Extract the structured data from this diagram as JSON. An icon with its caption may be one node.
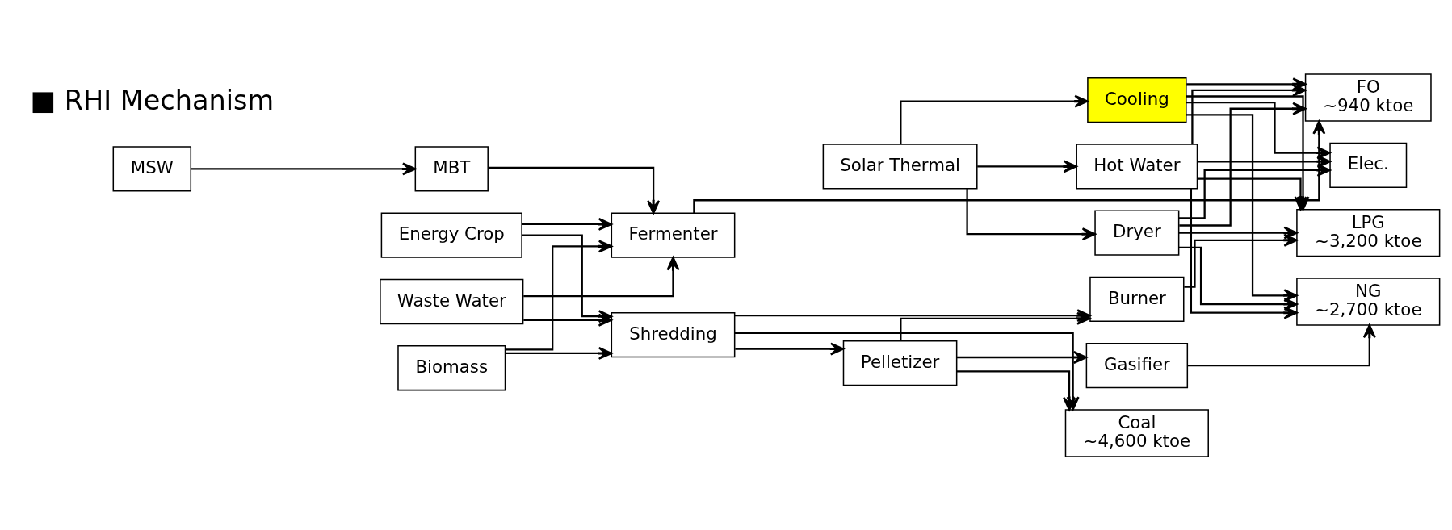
{
  "diagram": {
    "nodes": [
      {
        "text": [
          "MSW"
        ]
      },
      {
        "text": [
          "MBT"
        ]
      },
      {
        "text": [
          "Biomass"
        ]
      },
      {
        "text": [
          "Shredding"
        ]
      },
      {
        "text": [
          "Pelletizer"
        ]
      },
      {
        "text": [
          "Gasifier"
        ]
      },
      {
        "text": [
          "Burner"
        ]
      },
      {
        "text": [
          "Energy Crop"
        ]
      },
      {
        "text": [
          "Fermenter"
        ]
      },
      {
        "text": [
          "Waste Water"
        ]
      },
      {
        "text": [
          "Solar Thermal"
        ]
      },
      {
        "text": [
          "Dryer"
        ]
      },
      {
        "text": [
          "Cooling"
        ]
      },
      {
        "text": [
          "Hot Water"
        ]
      },
      {
        "text": [
          "Coal",
          "~4,600 ktoe"
        ]
      },
      {
        "text": [
          "NG",
          "~2,700 ktoe"
        ]
      },
      {
        "text": [
          "LPG",
          "~3,200 ktoe"
        ]
      },
      {
        "text": [
          "FO",
          "~940 ktoe"
        ]
      },
      {
        "text": [
          "Elec."
        ]
      }
    ],
    "edges": [
      {
        "from": 0,
        "to": 1,
        "arrow": "to"
      },
      {
        "from": 1,
        "to": 8,
        "arrow": "to"
      },
      {
        "from": 2,
        "to": 3,
        "arrow": "to"
      },
      {
        "from": 2,
        "to": 8,
        "arrow": "to"
      },
      {
        "from": 7,
        "to": 3,
        "arrow": "to"
      },
      {
        "from": 7,
        "to": 8,
        "arrow": "to"
      },
      {
        "from": 9,
        "to": 3,
        "arrow": "to"
      },
      {
        "from": 9,
        "to": 8,
        "arrow": "to"
      },
      {
        "from": 3,
        "to": 14,
        "arrow": "to"
      },
      {
        "from": 3,
        "to": 4,
        "arrow": "to"
      },
      {
        "from": 3,
        "to": 6,
        "arrow": "to"
      },
      {
        "from": 4,
        "to": 14,
        "arrow": "to"
      },
      {
        "from": 4,
        "to": 5,
        "arrow": "to"
      },
      {
        "from": 4,
        "to": 6,
        "arrow": "to"
      },
      {
        "from": 5,
        "to": 15,
        "arrow": "to"
      },
      {
        "from": 6,
        "to": 16,
        "arrow": "to"
      },
      {
        "from": 8,
        "to": 17,
        "arrow": "to"
      },
      {
        "from": 10,
        "to": 11,
        "arrow": "to"
      },
      {
        "from": 10,
        "to": 12,
        "arrow": "to"
      },
      {
        "from": 10,
        "to": 13,
        "arrow": "to"
      },
      {
        "from": 11,
        "to": 15,
        "arrow": "to"
      },
      {
        "from": 11,
        "to": 16,
        "arrow": "to"
      },
      {
        "from": 11,
        "to": 17,
        "arrow": "to"
      },
      {
        "from": 11,
        "to": 18,
        "arrow": "to"
      },
      {
        "from": 12,
        "to": 15,
        "arrow": "to"
      },
      {
        "from": 12,
        "to": 16,
        "arrow": "to"
      },
      {
        "from": 12,
        "to": 17,
        "arrow": "to"
      },
      {
        "from": 12,
        "to": 18,
        "arrow": "to"
      },
      {
        "from": 13,
        "to": 15,
        "arrow": "to"
      },
      {
        "from": 13,
        "to": 16,
        "arrow": "to"
      },
      {
        "from": 13,
        "to": 17,
        "arrow": "to"
      },
      {
        "from": 13,
        "to": 18,
        "arrow": "to"
      }
    ],
    "labels": [
      "■ RHI Mechanism"
    ]
  }
}
